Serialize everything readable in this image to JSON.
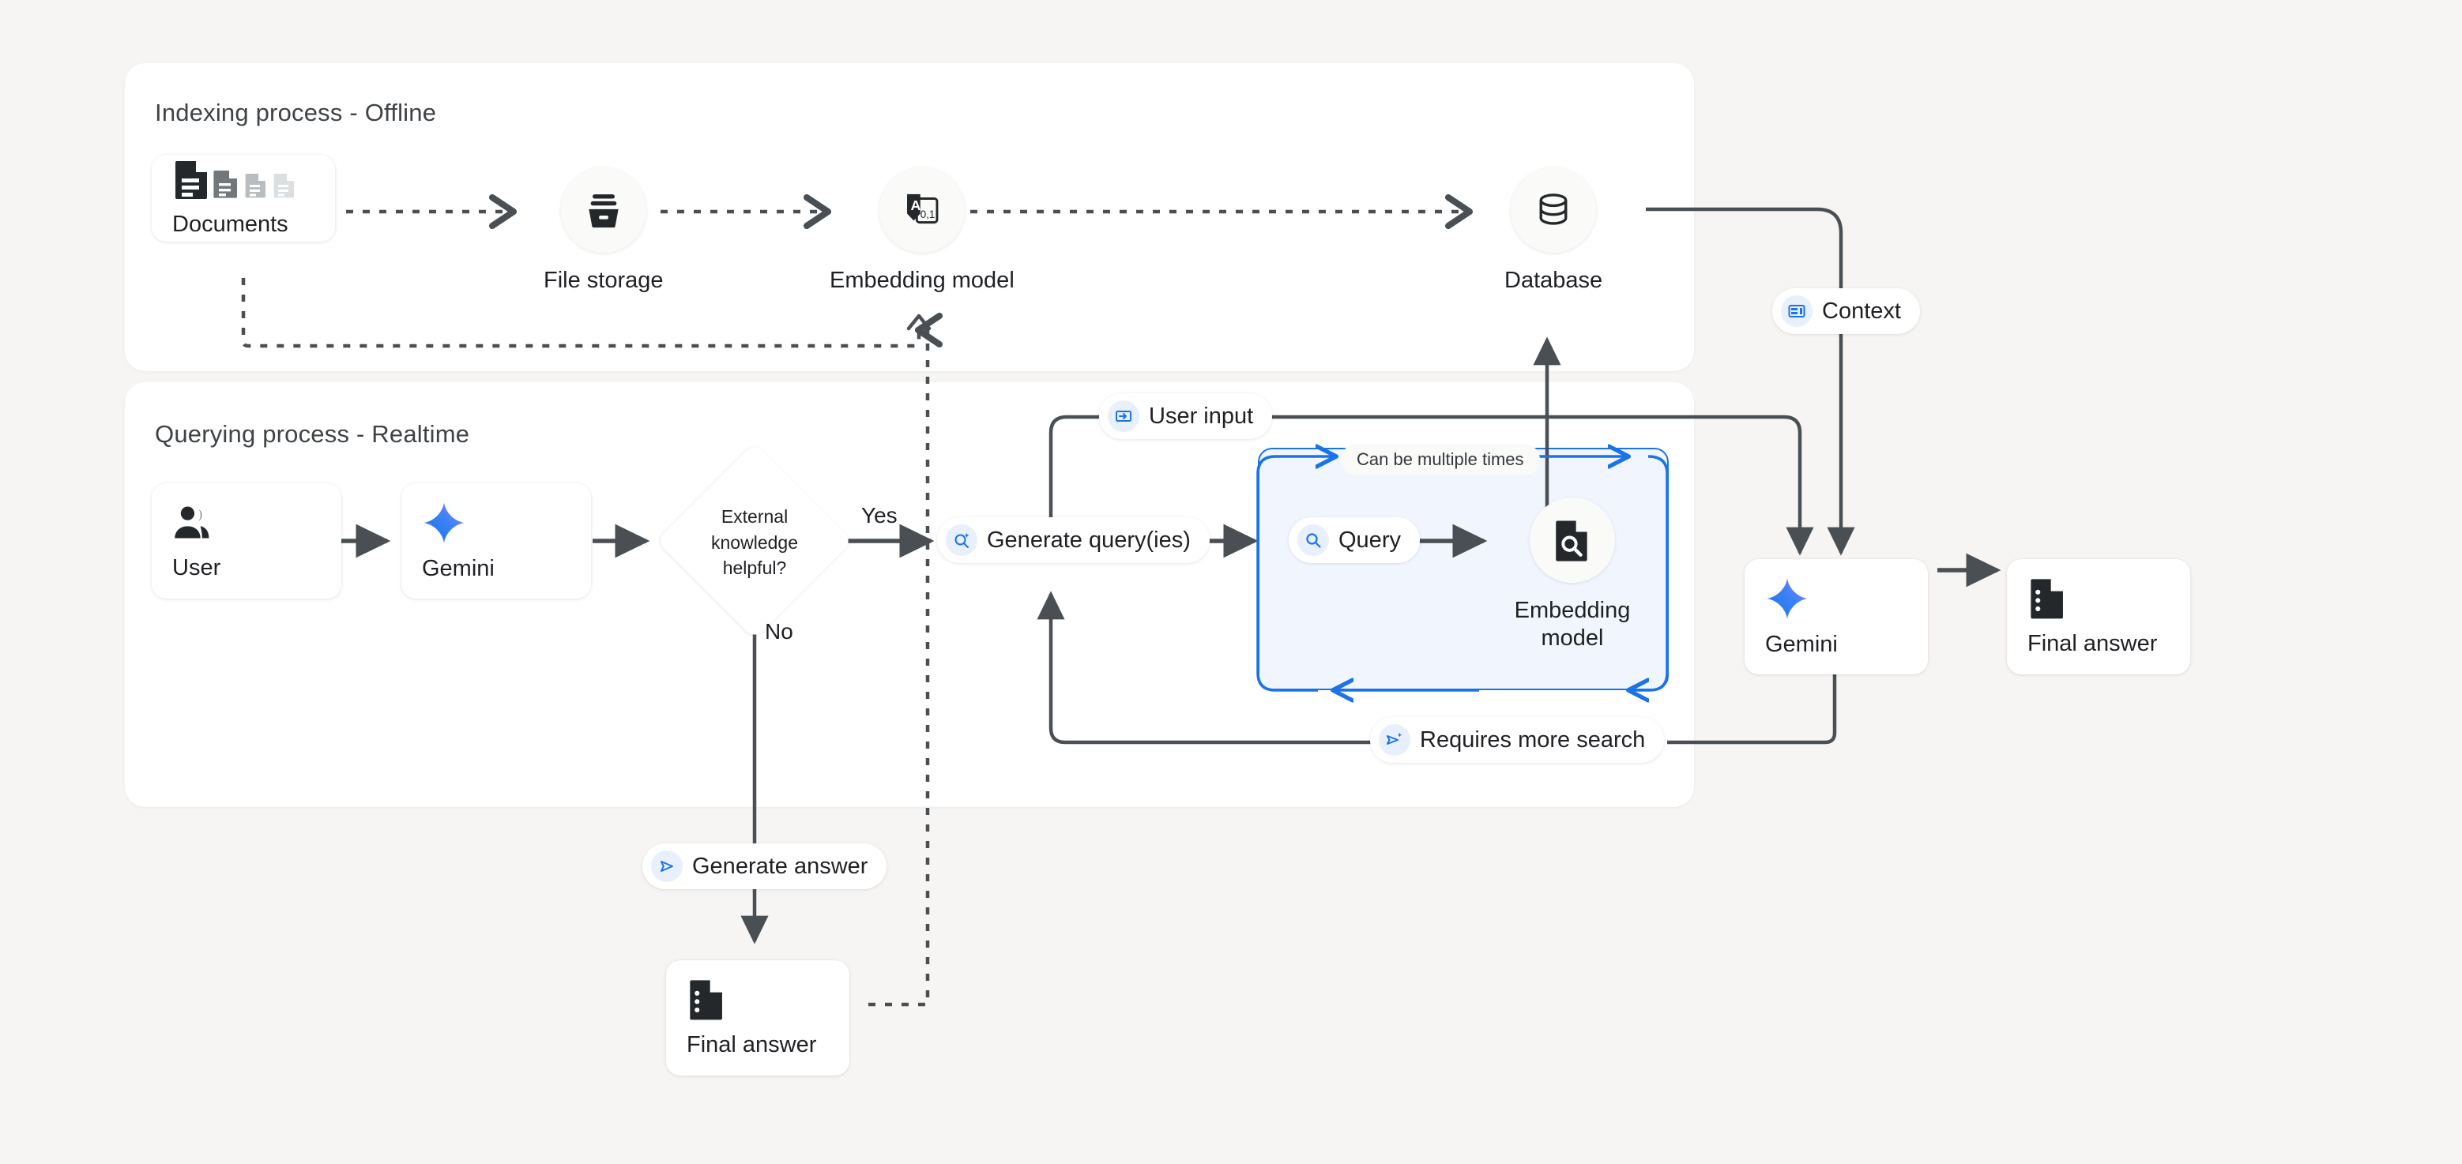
{
  "background_color": "#f6f5f3",
  "accent_blue": "#1a73e8",
  "panels": [
    {
      "title": "Indexing process - Offline"
    },
    {
      "title": "Querying process - Realtime"
    }
  ],
  "indexing": {
    "title": "Indexing process - Offline",
    "nodes": [
      {
        "id": "documents",
        "label": "Documents",
        "icon": "documents-icon",
        "shape": "card"
      },
      {
        "id": "file-storage",
        "label": "File storage",
        "icon": "file-storage-icon",
        "shape": "circle"
      },
      {
        "id": "embedding-model",
        "label": "Embedding model",
        "icon": "embedding-model-icon",
        "shape": "circle"
      },
      {
        "id": "database",
        "label": "Database",
        "icon": "database-icon",
        "shape": "circle"
      }
    ]
  },
  "querying": {
    "title": "Querying process - Realtime",
    "nodes": [
      {
        "id": "user",
        "label": "User",
        "icon": "user-icon",
        "shape": "card"
      },
      {
        "id": "gemini-left",
        "label": "Gemini",
        "icon": "gemini-sparkle-icon",
        "shape": "card"
      },
      {
        "id": "decision",
        "label": "External knowledge helpful?",
        "shape": "diamond"
      },
      {
        "id": "embedding-model-query",
        "label": "Embedding model",
        "icon": "document-search-icon",
        "shape": "circle"
      },
      {
        "id": "gemini-right",
        "label": "Gemini",
        "icon": "gemini-sparkle-icon",
        "shape": "card"
      },
      {
        "id": "final-answer-right",
        "label": "Final answer",
        "icon": "final-answer-icon",
        "shape": "card"
      },
      {
        "id": "final-answer-bottom",
        "label": "Final answer",
        "icon": "final-answer-icon",
        "shape": "card"
      }
    ],
    "decision_text": {
      "line1": "External",
      "line2": "knowledge",
      "line3": "helpful?"
    }
  },
  "pills": [
    {
      "id": "context",
      "label": "Context",
      "icon": "context-panel-icon"
    },
    {
      "id": "user-input",
      "label": "User input",
      "icon": "input-arrow-icon"
    },
    {
      "id": "generate-queries",
      "label": "Generate query(ies)",
      "icon": "search-sparkle-icon"
    },
    {
      "id": "query",
      "label": "Query",
      "icon": "search-icon"
    },
    {
      "id": "requires-more-search",
      "label": "Requires more search",
      "icon": "send-sparkle-icon"
    },
    {
      "id": "generate-answer",
      "label": "Generate answer",
      "icon": "send-icon"
    }
  ],
  "edge_labels": {
    "yes": "Yes",
    "no": "No",
    "loop": "Can be multiple times"
  }
}
